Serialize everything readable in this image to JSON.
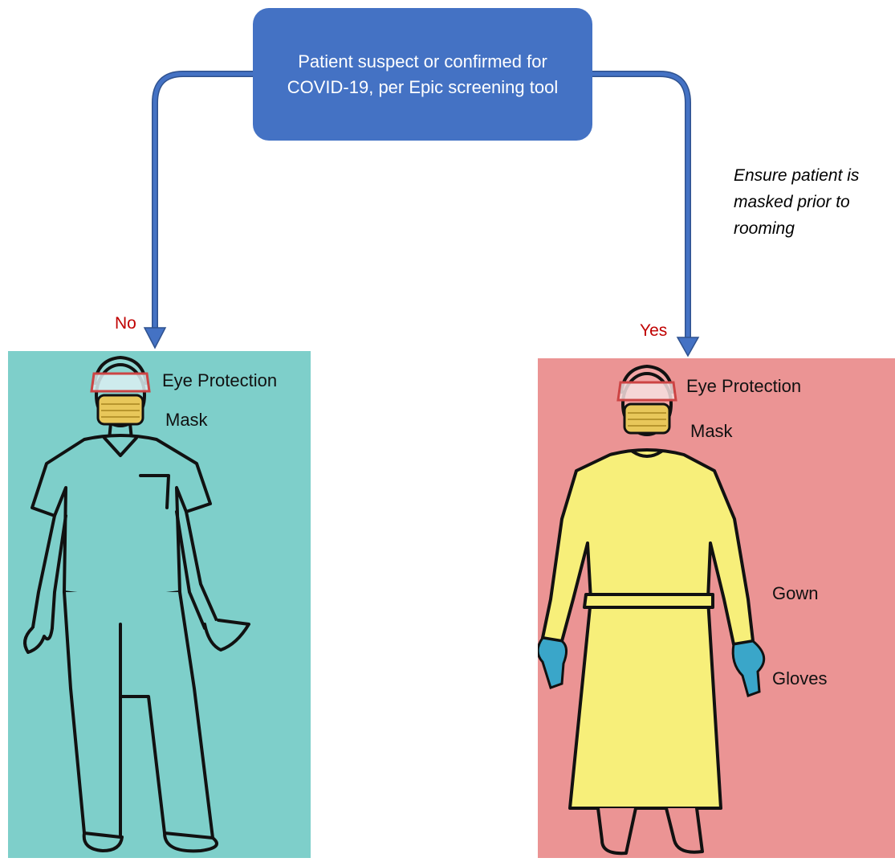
{
  "decision": {
    "text": "Patient suspect or confirmed for COVID-19, per Epic screening tool"
  },
  "note": "Ensure patient is masked prior to rooming",
  "branches": {
    "no": {
      "label": "No",
      "panel_color": "#7ecfca"
    },
    "yes": {
      "label": "Yes",
      "panel_color": "#eb9494"
    }
  },
  "no_ppe": {
    "eye_protection": "Eye Protection",
    "mask": "Mask"
  },
  "yes_ppe": {
    "eye_protection": "Eye Protection",
    "mask": "Mask",
    "gown": "Gown",
    "gloves": "Gloves"
  },
  "colors": {
    "box": "#4472c4",
    "arrow": "#4472c4",
    "branch_label": "#c00000",
    "gown": "#f7ef7a",
    "gloves": "#3aa6c9"
  }
}
